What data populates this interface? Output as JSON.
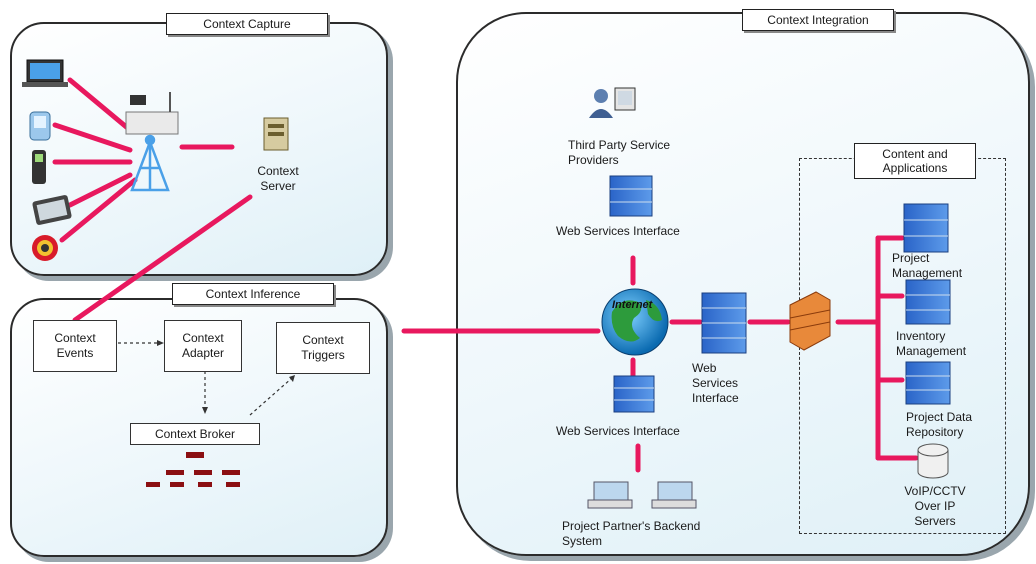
{
  "panels": {
    "capture": {
      "title": "Context Capture"
    },
    "inference": {
      "title": "Context Inference"
    },
    "integration": {
      "title": "Context Integration"
    }
  },
  "capture": {
    "server_label": "Context\nServer"
  },
  "inference": {
    "events": "Context\nEvents",
    "adapter": "Context\nAdapter",
    "triggers": "Context\nTriggers",
    "broker": "Context Broker"
  },
  "integration": {
    "third_party": "Third Party Service\nProviders",
    "ws_top": "Web Services Interface",
    "ws_bottom": "Web Services Interface",
    "ws_right": "Web\nServices\nInterface",
    "internet": "Internet",
    "partner": "Project Partner's Backend\nSystem",
    "content_title": "Content and\nApplications",
    "apps": [
      "Project\nManagement",
      "Inventory\nManagement",
      "Project Data\nRepository",
      "VoIP/CCTV\nOver IP\nServers"
    ]
  },
  "colors": {
    "link": "#e8185e",
    "server": "#2f6fd0"
  }
}
